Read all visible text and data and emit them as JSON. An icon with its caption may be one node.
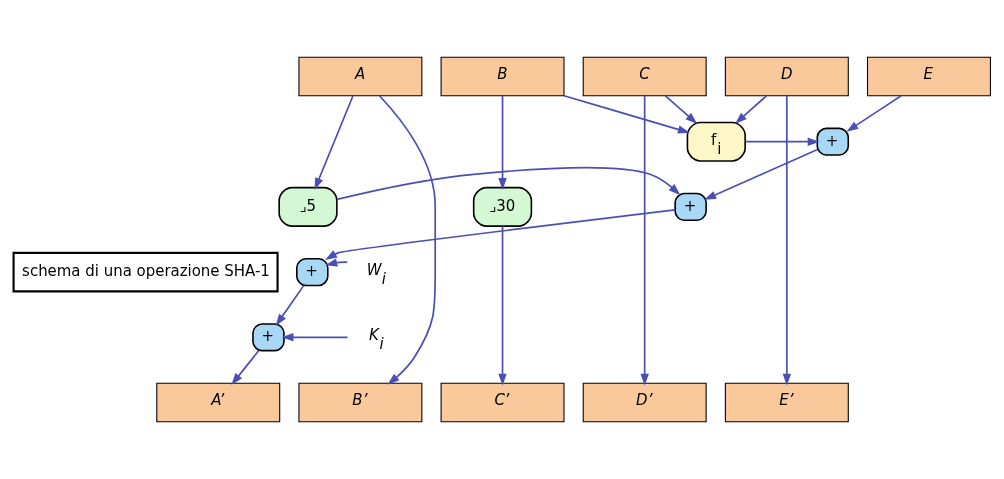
{
  "diagram": {
    "nodes": [
      {
        "text": [
          "A"
        ]
      },
      {
        "text": [
          "B"
        ]
      },
      {
        "text": [
          "C"
        ]
      },
      {
        "text": [
          "D"
        ]
      },
      {
        "text": [
          "E"
        ]
      },
      {
        "text": [
          "f$_{i}$"
        ]
      },
      {
        "text": [
          "⌟5"
        ]
      },
      {
        "text": [
          "⌟30"
        ]
      },
      {
        "text": [
          "+"
        ]
      },
      {
        "text": [
          "+"
        ]
      },
      {
        "text": [
          "+"
        ]
      },
      {
        "text": [
          "+"
        ]
      },
      {
        "text": [
          "W$_{i}$"
        ]
      },
      {
        "text": [
          "K$_{i}$"
        ]
      },
      {
        "text": [
          "A’"
        ]
      },
      {
        "text": [
          "B’"
        ]
      },
      {
        "text": [
          "C’"
        ]
      },
      {
        "text": [
          "D’"
        ]
      },
      {
        "text": [
          "E’"
        ]
      },
      {
        "text": [
          "schema di una operazione SHA-1"
        ]
      }
    ],
    "edges": [
      {
        "from": 0,
        "to": 6,
        "arrow": "to"
      },
      {
        "from": 0,
        "to": 15,
        "arrow": "to"
      },
      {
        "from": 1,
        "to": 5,
        "arrow": "to"
      },
      {
        "from": 1,
        "to": 7,
        "arrow": "to"
      },
      {
        "from": 2,
        "to": 5,
        "arrow": "to"
      },
      {
        "from": 2,
        "to": 17,
        "arrow": "to"
      },
      {
        "from": 3,
        "to": 5,
        "arrow": "to"
      },
      {
        "from": 3,
        "to": 18,
        "arrow": "to"
      },
      {
        "from": 4,
        "to": 8,
        "arrow": "to"
      },
      {
        "from": 5,
        "to": 8,
        "arrow": "to"
      },
      {
        "from": 8,
        "to": 9,
        "arrow": "to"
      },
      {
        "from": 6,
        "to": 9,
        "arrow": "to"
      },
      {
        "from": 9,
        "to": 10,
        "arrow": "to"
      },
      {
        "from": 12,
        "to": 10,
        "arrow": "to"
      },
      {
        "from": 10,
        "to": 11,
        "arrow": "to"
      },
      {
        "from": 13,
        "to": 11,
        "arrow": "to"
      },
      {
        "from": 11,
        "to": 14,
        "arrow": "to"
      },
      {
        "from": 7,
        "to": 16,
        "arrow": "to"
      }
    ]
  }
}
